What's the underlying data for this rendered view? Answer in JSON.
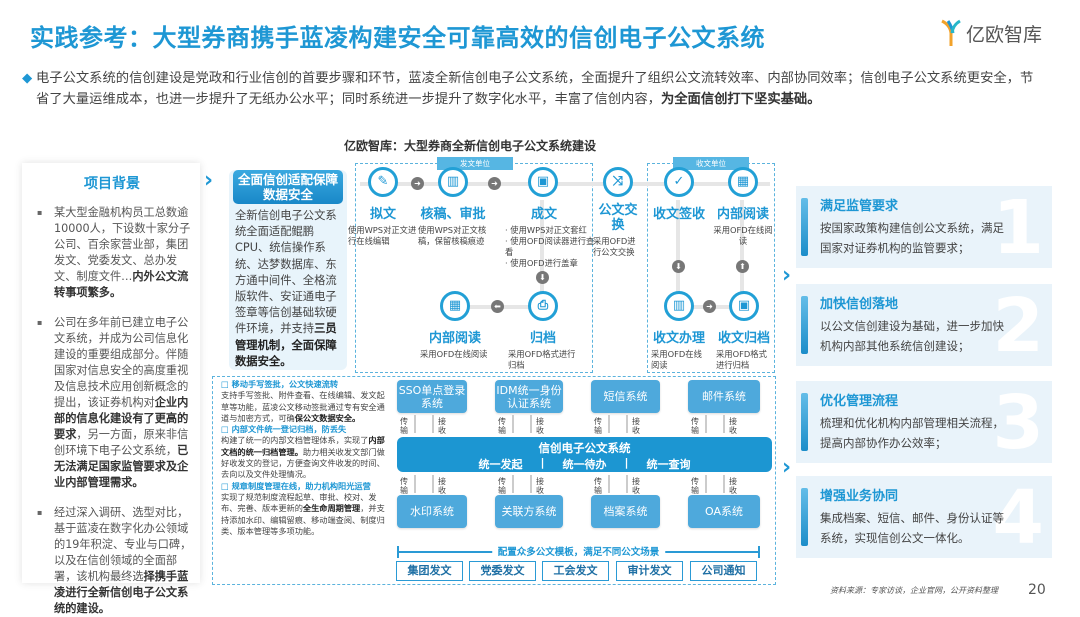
{
  "title": "实践参考：大型券商携手蓝凌构建安全可靠高效的信创电子公文系统",
  "logo": {
    "text": "亿欧智库"
  },
  "intro": {
    "normal": "电子公文系统的信创建设是党政和行业信创的首要步骤和环节，蓝凌全新信创电子公文系统，全面提升了组织公文流转效率、内部协同效率；信创电子公文系统更安全，节省了大量运维成本，也进一步提升了无纸办公水平；同时系统进一步提升了数字化水平，丰富了信创内容，",
    "bold": "为全面信创打下坚实基础。"
  },
  "subtitle": "亿欧智库：大型券商全新信创电子公文系统建设",
  "background": {
    "heading": "项目背景",
    "items": [
      {
        "a": "某大型金融机构员工总数逾10000人，下设数十家分子公司、百余家营业部，集团发文、党委发文、总办发文、制度文件…",
        "b": "内外公文流转事项繁多。",
        "c": ""
      },
      {
        "a": "公司在多年前已建立电子公文系统，并成为公司信息化建设的重要组成部分。伴随国家对信息安全的高度重视及信息技术应用创新概念的提出，该证券机构对",
        "b": "企业内部的信息化建设有了更高的要求",
        "c": "，另一方面，原来非信创环境下电子公文系统，",
        "d": "已无法满足国家监管要求及企业内部管理需求。"
      },
      {
        "a": "经过深入调研、选型对比，基于蓝凌在数字化办公领域的19年积淀、专业与口碑，以及在信创领域的全面部署，该机构最终选",
        "b": "择携手蓝凌进行全新信创电子公文系统的建设。",
        "c": ""
      }
    ]
  },
  "adapt": {
    "heading": "全面信创适配保障数据安全",
    "body": "全新信创电子公文系统全面适配鲲鹏CPU、统信操作系统、达梦数据库、东方通中间件、全格流版软件、安证通电子签章等信创基础软硬件环境，并支持",
    "bold": "三员管理机制，全面保障数据安全。"
  },
  "flow": {
    "send_unit": "发文单位",
    "recv_unit": "收文单位",
    "nodes": {
      "draft": {
        "label": "拟文",
        "desc": "使用WPS对正文进行在线编辑",
        "icon": "pencil-icon"
      },
      "review": {
        "label": "核稿、审批",
        "desc": "使用WPS对正文核稿，保留核稿痕迹",
        "icon": "chart-icon"
      },
      "finalize": {
        "label": "成文",
        "desc": [
          "使用WPS对正文套红",
          "使用OFD阅读器进行查看",
          "使用OFD进行盖章"
        ],
        "icon": "clipboard-icon"
      },
      "internal_read": {
        "label": "内部阅读",
        "desc": "采用OFD在线阅读",
        "icon": "keyboard-icon"
      },
      "archive": {
        "label": "归档",
        "desc": "采用OFD格式进行归档",
        "icon": "archive-icon"
      },
      "exchange": {
        "label": "公文交换",
        "desc": "采用OFD进行公文交换",
        "icon": "shuffle-icon"
      },
      "receive": {
        "label": "收文签收",
        "desc": "",
        "icon": "check-icon"
      },
      "recv_read": {
        "label": "内部阅读",
        "desc": "采用OFD在线阅读",
        "icon": "keyboard-icon"
      },
      "recv_process": {
        "label": "收文办理",
        "desc": "采用OFD在线阅读",
        "icon": "chart-icon"
      },
      "recv_archive": {
        "label": "收文归档",
        "desc": "采用OFD格式进行归档",
        "icon": "clipboard-icon"
      }
    }
  },
  "notes": [
    {
      "h": "□ 移动手写签批，公文快速流转",
      "t": "支持手写签批、附件查看、在线编辑、发文起草等功能，蓝凌公文移动签批通过专有安全通道与加密方式，可确",
      "b": "保公文数据安全。"
    },
    {
      "h": "□ 内部文件统一登记归档，防丢失",
      "t": "构建了统一的内部文档管理体系，实现了",
      "b": "内部文档的统一归档管理。",
      "t2": "助力相关收发文部门做好收发文的登记，方便查询文件收发的时间、去向以及文件处理情况。"
    },
    {
      "h": "□ 规章制度管理在线，助力机构阳光运营",
      "t": "实现了规范制度流程起草、审批、校对、发布、完善、版本更新的",
      "b": "全生命周期管理",
      "t2": "，并支持添加水印、编辑留痕、移动端查阅、制度归类、版本管理等多项功能。"
    }
  ],
  "systems": {
    "top": [
      "SSO单点登录系统",
      "IDM统一身份认证系统",
      "短信系统",
      "邮件系统"
    ],
    "bottom": [
      "水印系统",
      "关联方系统",
      "档案系统",
      "OA系统"
    ],
    "transmit": "传输",
    "receive": "接收",
    "core": {
      "title": "信创电子公文系统",
      "funcs": [
        "统一发起",
        "|",
        "统一待办",
        "|",
        "统一查询"
      ]
    },
    "template_caption": "配置众多公文模板，满足不同公文场景",
    "templates": [
      "集团发文",
      "党委发文",
      "工会发文",
      "审计发文",
      "公司通知"
    ]
  },
  "benefits": [
    {
      "n": "1",
      "h": "满足监管要求",
      "d": "按国家政策构建信创公文系统，满足国家对证券机构的监管要求；"
    },
    {
      "n": "2",
      "h": "加快信创落地",
      "d": "以公文信创建设为基础，进一步加快机构内部其他系统信创建设；"
    },
    {
      "n": "3",
      "h": "优化管理流程",
      "d": "梳理和优化机构内部管理相关流程，提高内部协作办公效率；"
    },
    {
      "n": "4",
      "h": "增强业务协同",
      "d": "集成档案、短信、邮件、身份认证等系统，实现信创公文一体化。"
    }
  ],
  "source": "资料来源：专家访谈，企业官网，公开资料整理",
  "page": "20",
  "colors": {
    "accent": "#1e97d4",
    "card": "#e9f3fa"
  }
}
